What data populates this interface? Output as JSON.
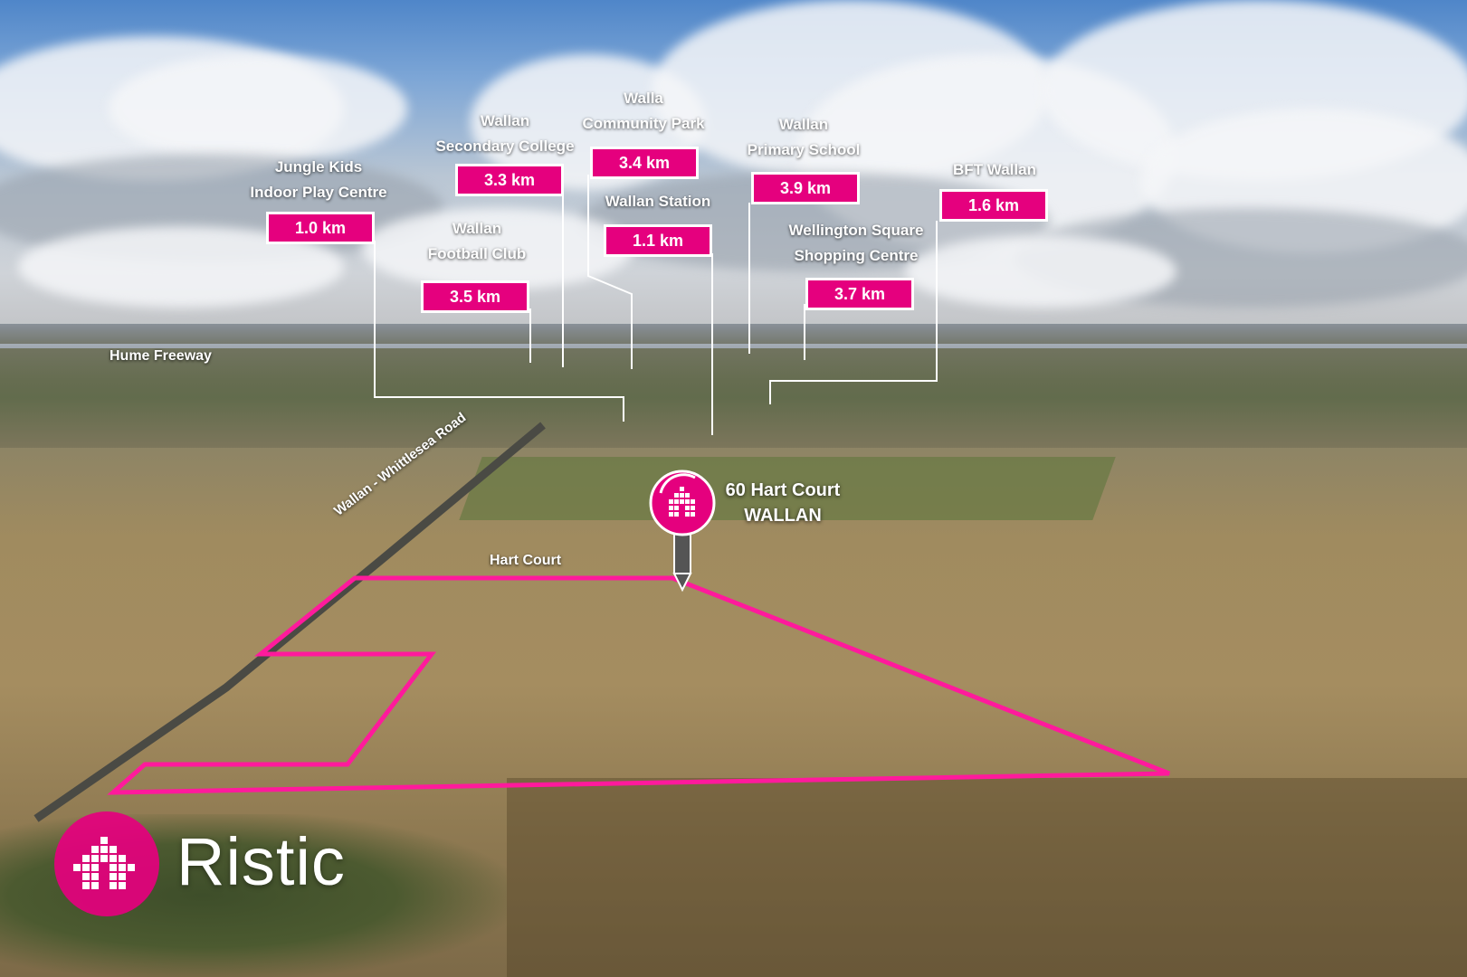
{
  "property": {
    "address_line1": "60 Hart Court",
    "address_line2": "WALLAN"
  },
  "landmarks": [
    {
      "line1": "Jungle Kids",
      "line2": "Indoor Play Centre",
      "distance": "1.0 km"
    },
    {
      "line1": "Wallan",
      "line2": "Secondary College",
      "distance": "3.3 km"
    },
    {
      "line1": "Wallan",
      "line2": "Football Club",
      "distance": "3.5 km"
    },
    {
      "line1": "Walla",
      "line2": "Community Park",
      "distance": "3.4 km"
    },
    {
      "line1": "Wallan Station",
      "line2": "",
      "distance": "1.1 km"
    },
    {
      "line1": "Wallan",
      "line2": "Primary School",
      "distance": "3.9 km"
    },
    {
      "line1": "Wellington Square",
      "line2": "Shopping Centre",
      "distance": "3.7 km"
    },
    {
      "line1": "BFT Wallan",
      "line2": "",
      "distance": "1.6 km"
    }
  ],
  "roads": {
    "freeway": "Hume Freeway",
    "main_road": "Wallan - Whittlesea Road",
    "court": "Hart Court"
  },
  "brand": {
    "name": "Ristic",
    "accent": "#e5007e"
  },
  "colors": {
    "accent": "#e5007e",
    "label_text": "#ffffff"
  }
}
